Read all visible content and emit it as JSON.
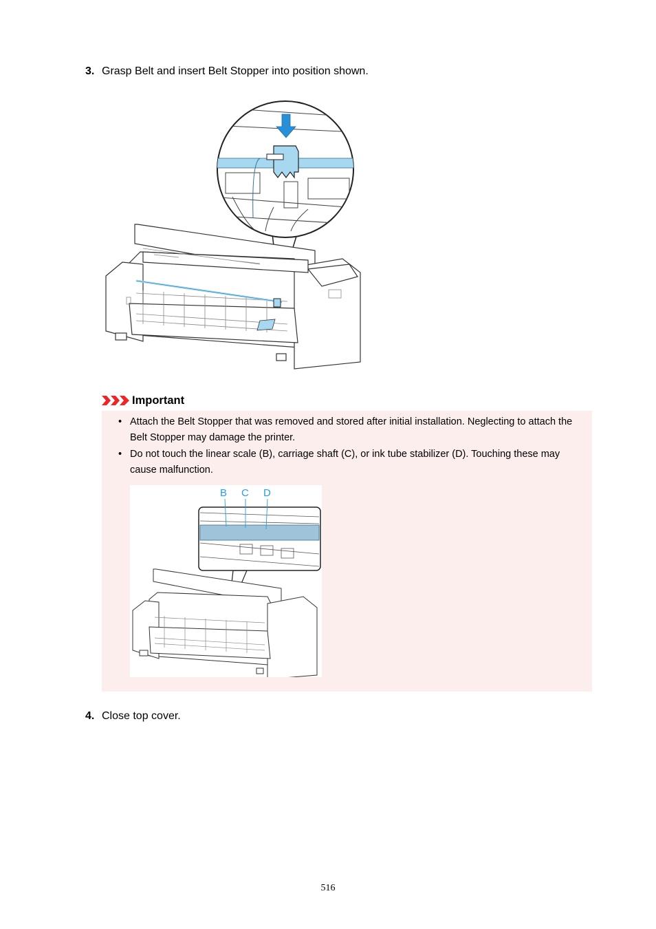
{
  "steps": [
    {
      "number": "3.",
      "text": "Grasp Belt and insert Belt Stopper into position shown."
    },
    {
      "number": "4.",
      "text": "Close top cover."
    }
  ],
  "important": {
    "icon": "important-chevrons-icon",
    "title": "Important",
    "color": "#e8282d",
    "background": "#fdeeee",
    "items": [
      "Attach the Belt Stopper that was removed and stored after initial installation. Neglecting to attach the Belt Stopper may damage the printer.",
      "Do not touch the linear scale (B), carriage shaft (C), or ink tube stabilizer (D). Touching these may cause malfunction."
    ],
    "bullet": "•"
  },
  "figure2_labels": {
    "b": "B",
    "c": "C",
    "d": "D"
  },
  "accent_blue": "#a8d8ef",
  "arrow_blue": "#2a8fd6",
  "page_number": "516"
}
